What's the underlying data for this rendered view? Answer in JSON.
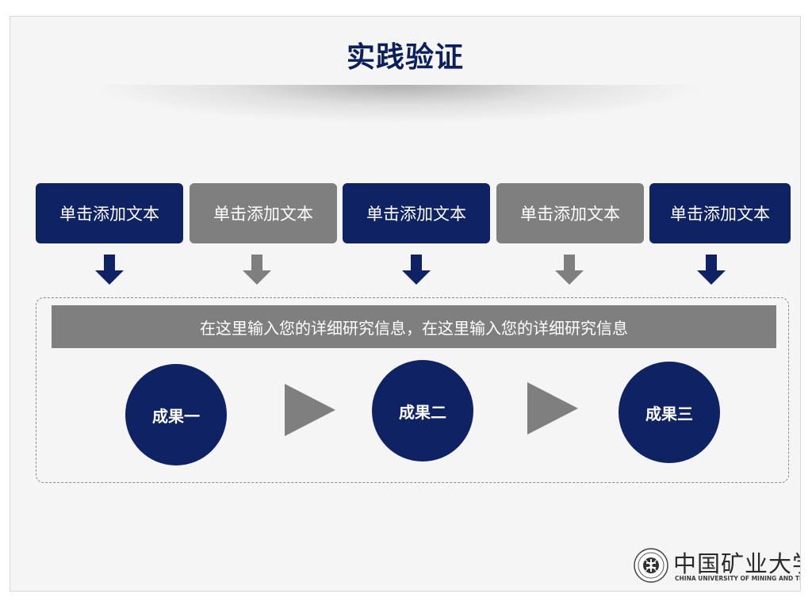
{
  "slide": {
    "title": "实践验证"
  },
  "steps": [
    {
      "label": "单击添加文本",
      "color": "#0f2263"
    },
    {
      "label": "单击添加文本",
      "color": "#7f7f7f"
    },
    {
      "label": "单击添加文本",
      "color": "#0f2263"
    },
    {
      "label": "单击添加文本",
      "color": "#7f7f7f"
    },
    {
      "label": "单击添加文本",
      "color": "#0f2263"
    }
  ],
  "info_bar": {
    "text": "在这里输入您的详细研究信息，在这里输入您的详细研究信息"
  },
  "results": [
    {
      "label": "成果一"
    },
    {
      "label": "成果二"
    },
    {
      "label": "成果三"
    }
  ],
  "logo": {
    "name_cn": "中国矿业大学",
    "name_en": "CHINA UNIVERSITY OF MINING AND TECHNOLOGY"
  },
  "colors": {
    "navy": "#0f2263",
    "gray": "#7f7f7f",
    "title": "#0b1f5c",
    "background": "#f5f5f5"
  }
}
